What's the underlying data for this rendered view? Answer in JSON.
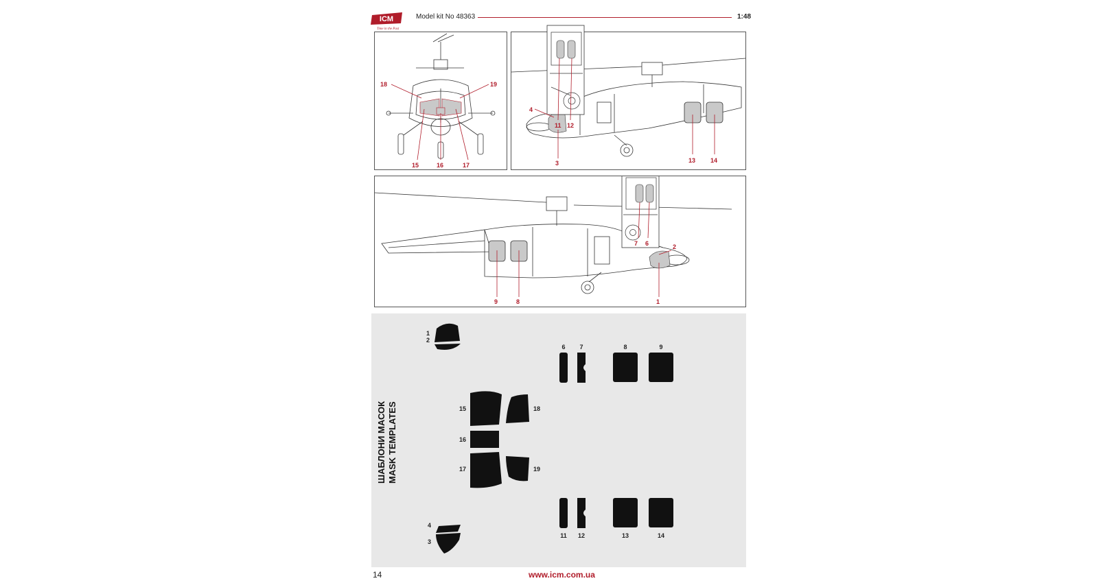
{
  "header": {
    "brand": "ICM",
    "brand_tagline": "Time in the Past",
    "kit_label": "Model kit No 48363",
    "scale": "1:48"
  },
  "accent_color": "#b01c2a",
  "views": {
    "front": {
      "labels": [
        "18",
        "19",
        "15",
        "16",
        "17"
      ]
    },
    "left_side": {
      "labels": [
        "11",
        "12",
        "4",
        "3",
        "13",
        "14"
      ]
    },
    "right_side": {
      "labels": [
        "7",
        "6",
        "2",
        "9",
        "8",
        "1"
      ]
    }
  },
  "mask_sheet": {
    "title_ua": "ШАБЛОНИ МАСОК",
    "title_en": "MASK TEMPLATES",
    "labels": [
      "1",
      "2",
      "6",
      "7",
      "8",
      "9",
      "15",
      "18",
      "16",
      "17",
      "19",
      "11",
      "12",
      "13",
      "14",
      "4",
      "3"
    ]
  },
  "footer": {
    "page_number": "14",
    "website": "www.icm.com.ua"
  }
}
